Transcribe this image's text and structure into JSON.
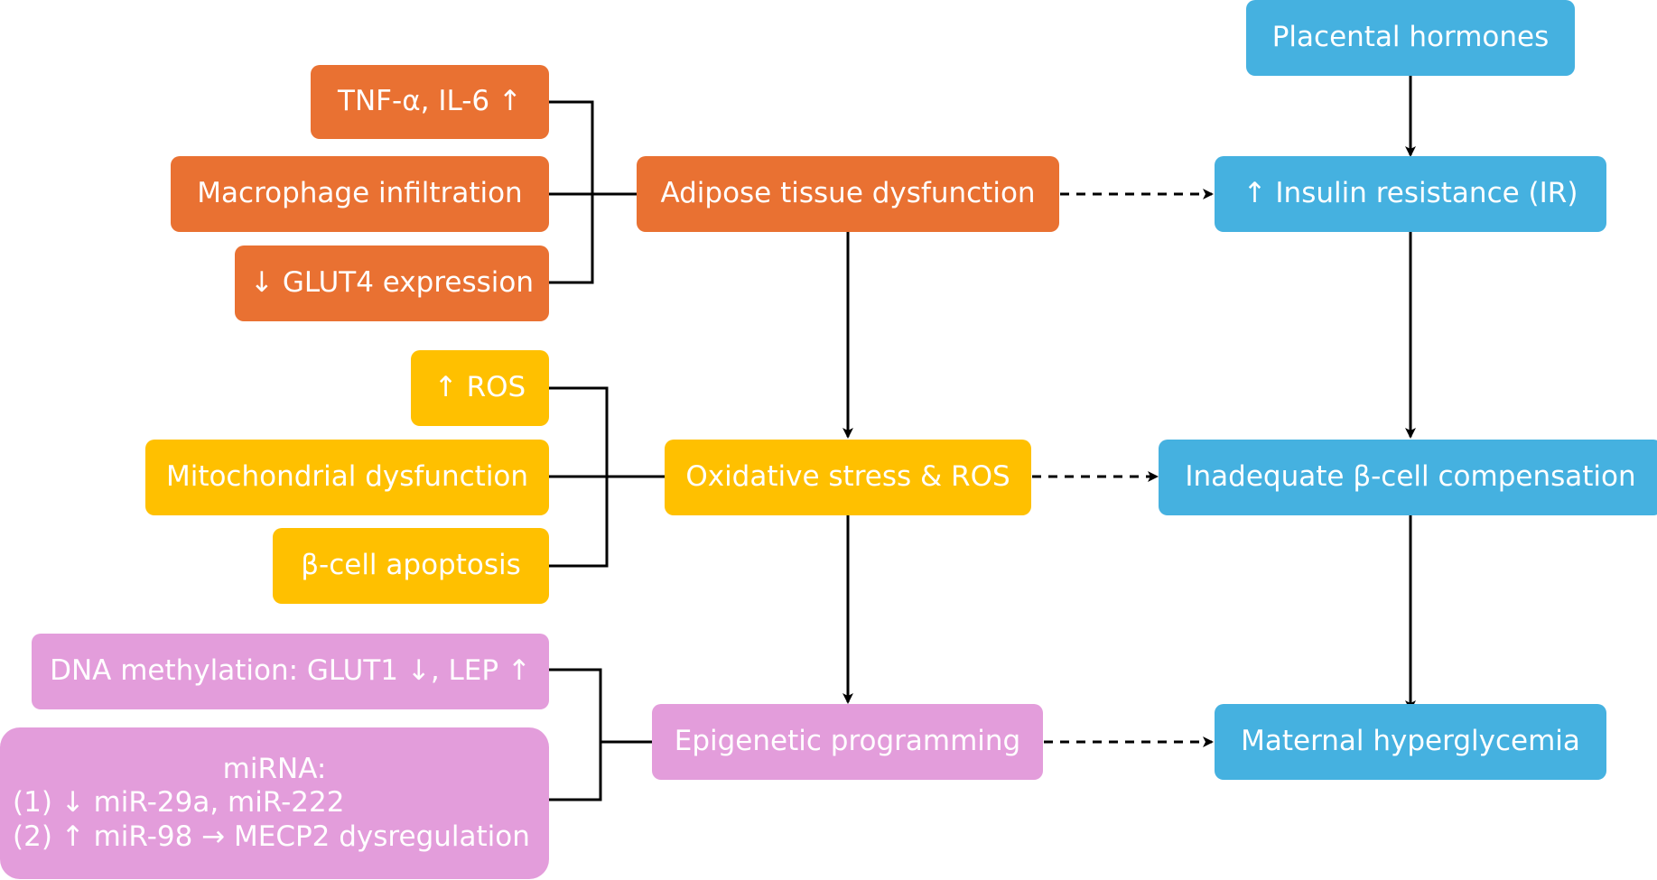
{
  "colors": {
    "orange": "#E97132",
    "yellow": "#FFC000",
    "pink": "#E39DDB",
    "blue": "#45B1E0",
    "line": "#000000"
  },
  "left": {
    "adipose_factors": [
      "TNF-α, IL-6 ↑",
      "Macrophage infiltration",
      "↓ GLUT4 expression"
    ],
    "oxidative_factors": [
      "↑ ROS",
      "Mitochondrial dysfunction",
      "β-cell apoptosis"
    ],
    "epigenetic_factors": {
      "dna_methylation": "DNA methylation: GLUT1 ↓, LEP ↑",
      "mirna_title": "miRNA:",
      "mirna_line1": "(1) ↓ miR-29a, miR-222",
      "mirna_line2": "(2) ↑ miR-98 → MECP2 dysregulation"
    }
  },
  "middle": {
    "adipose": "Adipose tissue dysfunction",
    "oxidative": "Oxidative stress & ROS",
    "epigenetic": "Epigenetic programming"
  },
  "right": {
    "placental": "Placental hormones",
    "insulin_resistance": "↑ Insulin resistance (IR)",
    "beta_cell": "Inadequate β-cell compensation",
    "hyperglycemia": "Maternal hyperglycemia"
  }
}
